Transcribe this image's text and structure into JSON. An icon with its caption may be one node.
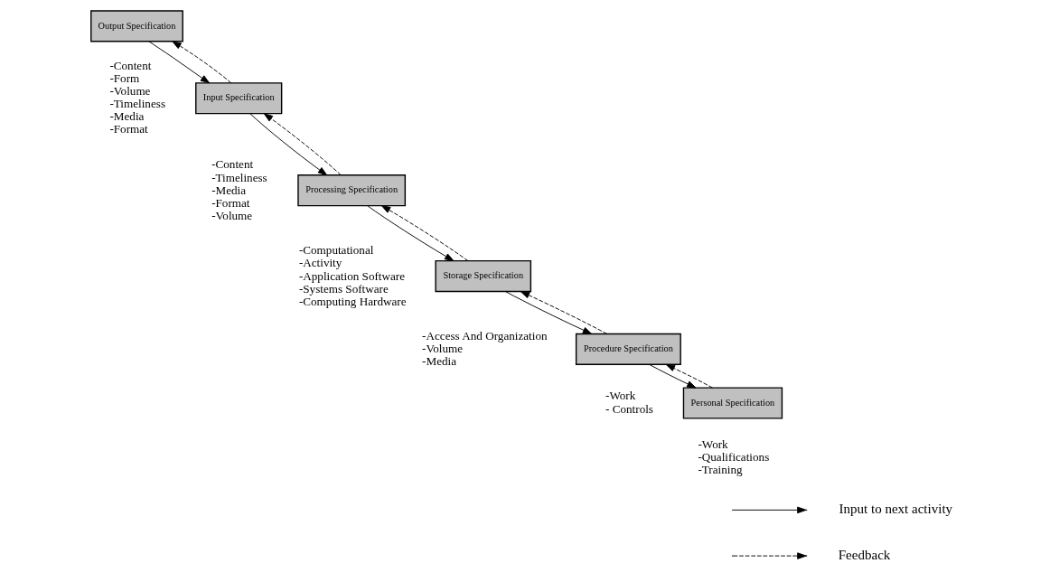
{
  "diagram": {
    "nodes": [
      {
        "text": [
          "Output Specification"
        ],
        "beside": [
          "-Content",
          "-Form",
          "-Volume",
          "-Timeliness",
          "-Media",
          "-Format"
        ]
      },
      {
        "text": [
          "Input Specification"
        ],
        "beside": [
          "-Content",
          "-Timeliness",
          "-Media",
          "-Format",
          "-Volume"
        ]
      },
      {
        "text": [
          "Processing Specification"
        ],
        "beside": [
          "-Computational",
          "-Activity",
          "-Application Software",
          "-Systems Software",
          "-Computing Hardware"
        ]
      },
      {
        "text": [
          "Storage Specification"
        ],
        "beside": [
          "-Access And Organization",
          "-Volume",
          "-Media"
        ]
      },
      {
        "text": [
          "Procedure Specification"
        ],
        "beside": [
          "-Work",
          "- Controls"
        ]
      },
      {
        "text": [
          "Personal Specification"
        ],
        "beside": [
          "-Work",
          "-Qualifications",
          "-Training"
        ]
      }
    ],
    "edges": [
      {
        "from": 0,
        "to": 1,
        "arrow": "to"
      },
      {
        "from": 1,
        "to": 0,
        "arrow": "to",
        "style": "dashed"
      },
      {
        "from": 1,
        "to": 2,
        "arrow": "to"
      },
      {
        "from": 2,
        "to": 1,
        "arrow": "to",
        "style": "dashed"
      },
      {
        "from": 2,
        "to": 3,
        "arrow": "to"
      },
      {
        "from": 3,
        "to": 2,
        "arrow": "to",
        "style": "dashed"
      },
      {
        "from": 3,
        "to": 4,
        "arrow": "to"
      },
      {
        "from": 4,
        "to": 3,
        "arrow": "to",
        "style": "dashed"
      },
      {
        "from": 4,
        "to": 5,
        "arrow": "to"
      },
      {
        "from": 5,
        "to": 4,
        "arrow": "to",
        "style": "dashed"
      }
    ],
    "legend": [
      {
        "text": "Input to next activity"
      },
      {
        "text": "Feedback"
      }
    ]
  }
}
